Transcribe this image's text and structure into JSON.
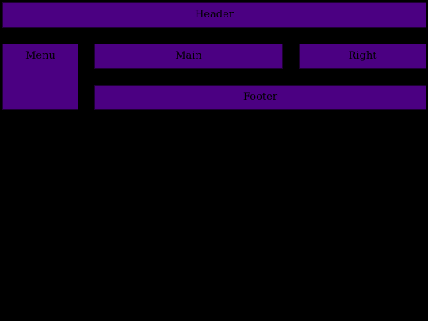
{
  "layout": {
    "header": "Header",
    "menu": "Menu",
    "main": "Main",
    "right": "Right",
    "footer": "Footer"
  },
  "colors": {
    "background": "#000000",
    "panel": "#4b0082",
    "text": "#000000"
  }
}
